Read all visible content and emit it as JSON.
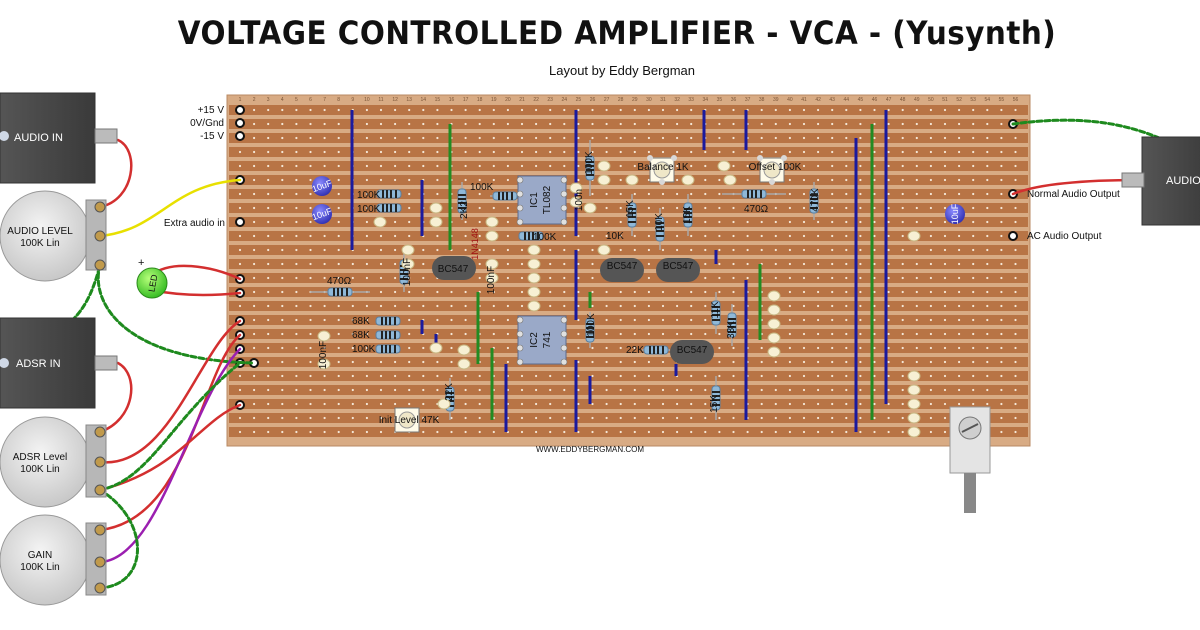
{
  "header": {
    "title": "VOLTAGE CONTROLLED AMPLIFIER - VCA - (Yusynth)",
    "subtitle": "Layout by Eddy Bergman"
  },
  "board": {
    "footer": "WWW.EDDYBERGMAN.COM",
    "column_numbers": [
      "1",
      "2",
      "3",
      "4",
      "5",
      "6",
      "7",
      "8",
      "9",
      "10",
      "11",
      "12",
      "13",
      "14",
      "15",
      "16",
      "17",
      "18",
      "19",
      "20",
      "21",
      "22",
      "23",
      "24",
      "25",
      "26",
      "27",
      "28",
      "29",
      "30",
      "31",
      "32",
      "33",
      "34",
      "35",
      "36",
      "37",
      "38",
      "39",
      "40",
      "41",
      "42",
      "43",
      "44",
      "45",
      "46",
      "47",
      "48",
      "49",
      "50",
      "51",
      "52",
      "53",
      "54",
      "55",
      "56"
    ],
    "left_labels": {
      "plus15": "+15 V",
      "gnd": "0V/Gnd",
      "minus15": "-15 V",
      "extra_audio": "Extra audio in"
    },
    "right_labels": {
      "normal_out": "Normal Audio Output",
      "ac_out": "AC Audio Output"
    }
  },
  "jacks": {
    "audio_in": "AUDIO IN",
    "adsr_in": "ADSR IN",
    "audio_out": "AUDIO"
  },
  "pots": {
    "audio_level": [
      "AUDIO LEVEL",
      "100K Lin"
    ],
    "adsr_level": [
      "ADSR Level",
      "100K Lin"
    ],
    "gain": [
      "GAIN",
      "100K Lin"
    ]
  },
  "led": {
    "label": "LED",
    "plus": "+"
  },
  "components": {
    "ic1": [
      "IC1",
      "TL082"
    ],
    "ic2": [
      "IC2",
      "741"
    ],
    "cap_10uf_a": "10uF",
    "cap_10uf_b": "10uF",
    "cap_10uf_c": "10uF",
    "r_100k_a": "100K",
    "r_100k_b": "100K",
    "r_100k_c": "100K",
    "r_2k2": "2K2",
    "diode": "1N4148",
    "r_100k_d": "100K",
    "r_100k_v1": "100K",
    "cap_100n_a": "100n",
    "trim_balance": "Balance  1K",
    "trim_offset": "Offset  100K",
    "r_470r_top": "470Ω",
    "r_470k": "470K",
    "r_15k": "15K",
    "r_10k_a": "10K",
    "r_10k_b": "10K",
    "r_15k_b": "15K",
    "t1": "BC547",
    "t2": "BC547",
    "t3": "BC547",
    "t4": "BC547",
    "r_470r_left": "470Ω",
    "cap_100nf_a": "100nF",
    "cap_100nf_b": "100nF",
    "cap_100nf_c": "100nF",
    "r_68k_a": "68K",
    "r_68k_b": "68K",
    "r_100k_e": "100K",
    "r_100k_v2": "100K",
    "r_22k": "22K",
    "r_11k": "11K",
    "r_33k": "33K",
    "r_15k_c": "15K",
    "r_22k_b": "22K",
    "trim_init": "Init Level  47K"
  },
  "colors": {
    "board": "#d4a57e",
    "strip": "#b87445",
    "wire_red": "#d32f2f",
    "wire_yellow": "#e8e000",
    "wire_green": "#1e8a1e",
    "wire_purple": "#9b1fb0",
    "link_blue": "#1a1a9e",
    "link_green": "#228b22"
  }
}
